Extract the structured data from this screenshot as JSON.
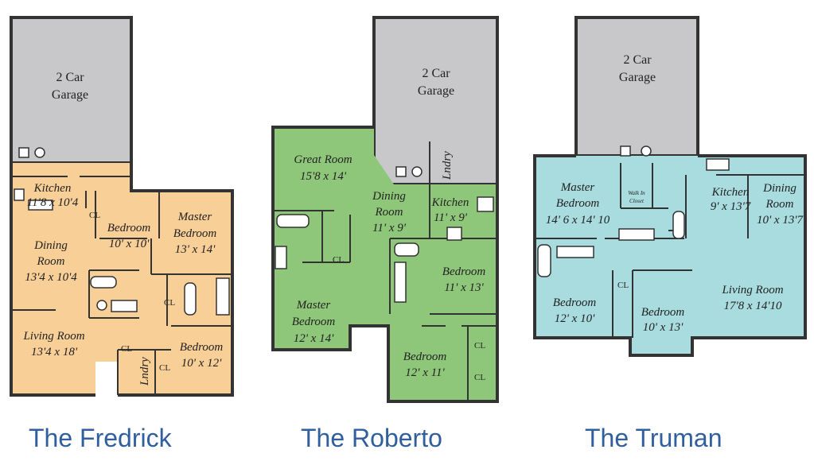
{
  "plans": [
    {
      "title": "The Fredrick",
      "fill": "#f8cf96",
      "labels": {
        "garage": [
          "2 Car",
          "Garage"
        ],
        "kitchen": [
          "Kitchen",
          "11'8 x 10'4"
        ],
        "bedroom1": [
          "Bedroom",
          "10' x 10'"
        ],
        "master": [
          "Master",
          "Bedroom",
          "13' x 14'"
        ],
        "dining": [
          "Dining",
          "Room",
          "13'4 x 10'4"
        ],
        "living": [
          "Living Room",
          "13'4 x 18'"
        ],
        "bedroom2": [
          "Bedroom",
          "10' x 12'"
        ],
        "laundry": "Lndry",
        "closet": "CL"
      }
    },
    {
      "title": "The Roberto",
      "fill": "#8fc77a",
      "labels": {
        "garage": [
          "2 Car",
          "Garage"
        ],
        "great": [
          "Great Room",
          "15'8 x 14'"
        ],
        "laundry": "Lndry",
        "dining": [
          "Dining",
          "Room",
          "11' x 9'"
        ],
        "kitchen": [
          "Kitchen",
          "11' x 9'"
        ],
        "bedroom1": [
          "Bedroom",
          "11' x 13'"
        ],
        "master": [
          "Master",
          "Bedroom",
          "12' x 14'"
        ],
        "bedroom2": [
          "Bedroom",
          "12' x 11'"
        ],
        "closet": "CL"
      }
    },
    {
      "title": "The Truman",
      "fill": "#a8dcdf",
      "labels": {
        "garage": [
          "2 Car",
          "Garage"
        ],
        "master": [
          "Master",
          "Bedroom",
          "14' 6 x 14' 10"
        ],
        "walkin": [
          "Walk In",
          "Closet"
        ],
        "kitchen": [
          "Kitchen",
          "9' x 13'7"
        ],
        "dining": [
          "Dining",
          "Room",
          "10' x 13'7"
        ],
        "living": [
          "Living Room",
          "17'8 x 14'10"
        ],
        "bedroom1": [
          "Bedroom",
          "12' x 10'"
        ],
        "bedroom2": [
          "Bedroom",
          "10' x 13'"
        ],
        "closet": "CL"
      }
    }
  ]
}
